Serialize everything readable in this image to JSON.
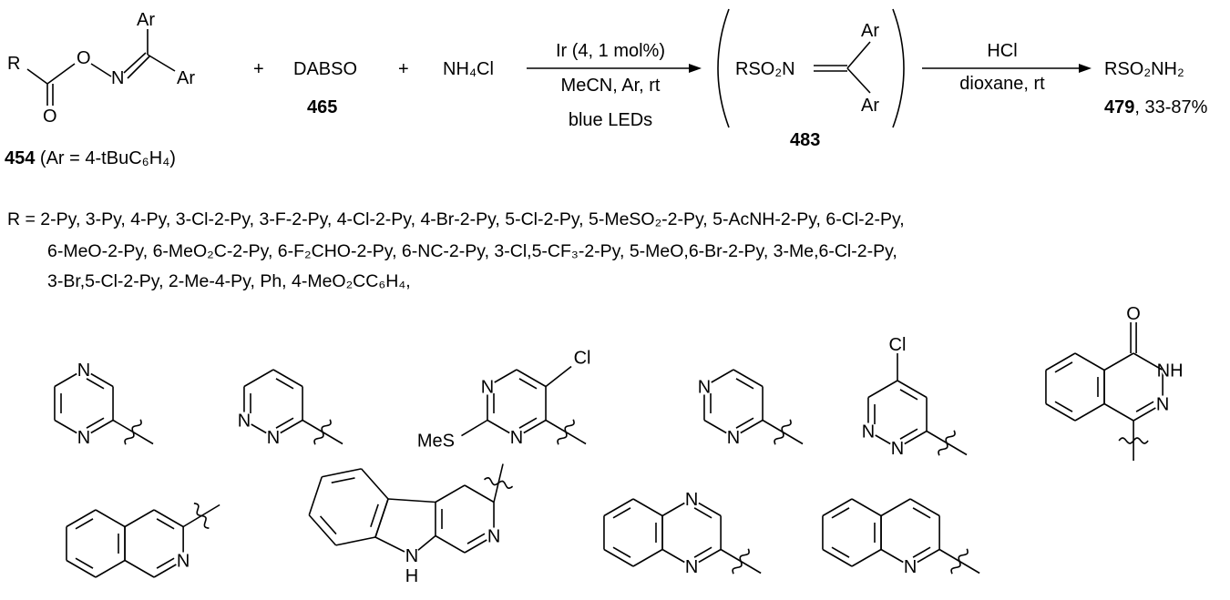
{
  "reaction": {
    "reactant": {
      "r_label": "R",
      "o_carbonyl": "O",
      "o_ether": "O",
      "n_label": "N",
      "ar_top": "Ar",
      "ar_right": "Ar",
      "compound_number": "454",
      "ar_definition": " (Ar = 4-tBuC₆H₄)"
    },
    "plus_1": "+",
    "reagent_1": {
      "name": "DABSO",
      "compound_number": "465"
    },
    "plus_2": "+",
    "reagent_2": {
      "name": "NH₄Cl"
    },
    "arrow_1": {
      "above": "Ir (4, 1 mol%)",
      "below_1": "MeCN, Ar, rt",
      "below_2": "blue LEDs"
    },
    "intermediate": {
      "left_text": "RSO₂N",
      "ar_top": "Ar",
      "ar_bottom": "Ar",
      "compound_number": "483"
    },
    "arrow_2": {
      "above": "HCl",
      "below": "dioxane, rt"
    },
    "product": {
      "formula": "RSO₂NH₂",
      "compound_number": "479",
      "yield": ", 33-87%"
    }
  },
  "r_groups": {
    "lines": [
      "R = 2-Py, 3-Py, 4-Py, 3-Cl-2-Py, 3-F-2-Py, 4-Cl-2-Py, 4-Br-2-Py, 5-Cl-2-Py, 5-MeSO₂-2-Py, 5-AcNH-2-Py, 6-Cl-2-Py,",
      "6-MeO-2-Py, 6-MeO₂C-2-Py, 6-F₂CHO-2-Py, 6-NC-2-Py, 3-Cl,5-CF₃-2-Py, 5-MeO,6-Br-2-Py, 3-Me,6-Cl-2-Py,",
      "3-Br,5-Cl-2-Py, 2-Me-4-Py, Ph, 4-MeO₂CC₆H₄,"
    ]
  },
  "structures": {
    "pyrazinyl": {
      "n1": "N",
      "n2": "N"
    },
    "pyridazinyl": {
      "n1": "N",
      "n2": "N"
    },
    "methylthio_chloropyrimidinyl": {
      "n1": "N",
      "n2": "N",
      "cl": "Cl",
      "mes": "MeS"
    },
    "pyrimidinyl": {
      "n1": "N",
      "n2": "N"
    },
    "chloropyridazinyl": {
      "n1": "N",
      "n2": "N",
      "cl": "Cl"
    },
    "phthalazinonyl": {
      "o": "O",
      "nh": "NH",
      "n": "N"
    },
    "isoquinolinyl": {
      "n": "N"
    },
    "beta_carbolinyl": {
      "n": "N",
      "nh_n": "N",
      "nh_h": "H"
    },
    "quinoxalinyl": {
      "n1": "N",
      "n2": "N"
    },
    "quinolinyl": {
      "n": "N"
    }
  }
}
